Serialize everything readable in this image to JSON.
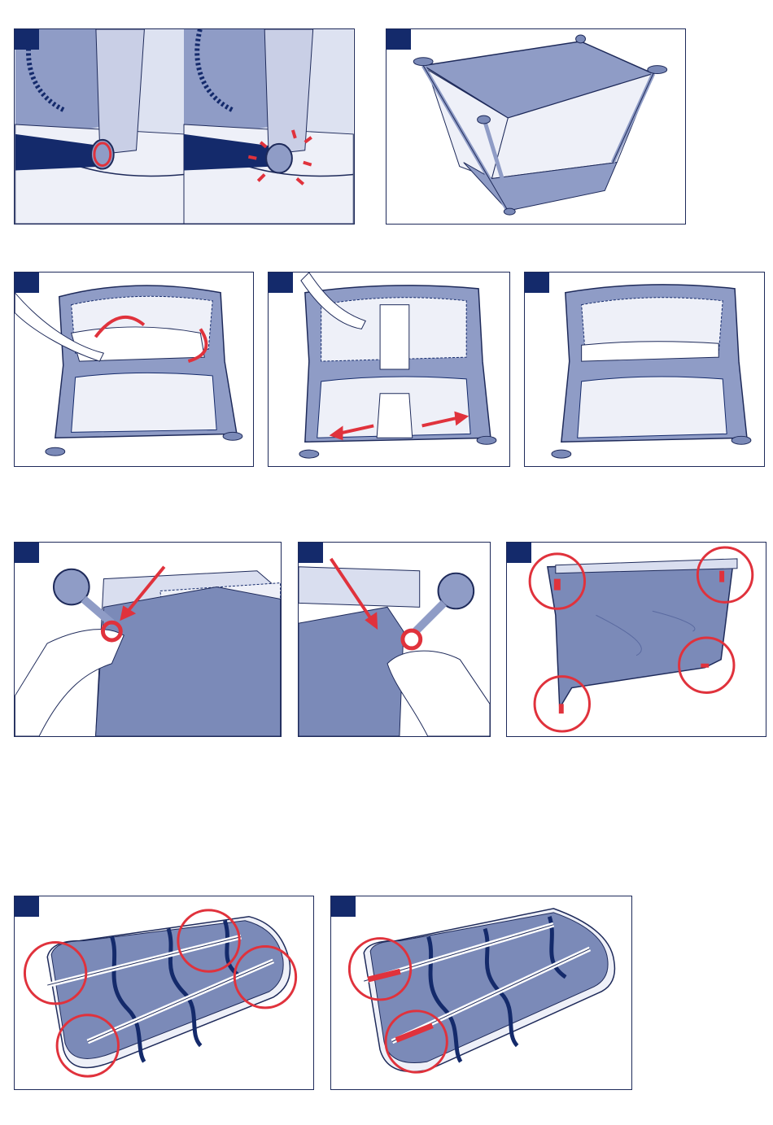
{
  "colors": {
    "navy": "#142a6b",
    "frame_blue": "#8f9cc6",
    "fabric_blue": "#7b8ab8",
    "light_blue": "#d9deef",
    "mesh": "#eef0f8",
    "red": "#e0323c",
    "outline": "#1e2a5a"
  },
  "panels": [
    {
      "id": "1a",
      "tab": ""
    },
    {
      "id": "1b",
      "tab": ""
    },
    {
      "id": "2",
      "tab": ""
    },
    {
      "id": "3",
      "tab": ""
    },
    {
      "id": "4",
      "tab": ""
    },
    {
      "id": "5",
      "tab": ""
    },
    {
      "id": "6",
      "tab": ""
    },
    {
      "id": "7",
      "tab": ""
    },
    {
      "id": "8",
      "tab": ""
    },
    {
      "id": "9",
      "tab": ""
    },
    {
      "id": "10",
      "tab": ""
    }
  ],
  "icons": {
    "highlight": "red-circle-icon",
    "direction": "red-arrow-icon",
    "click": "click-burst-icon"
  }
}
